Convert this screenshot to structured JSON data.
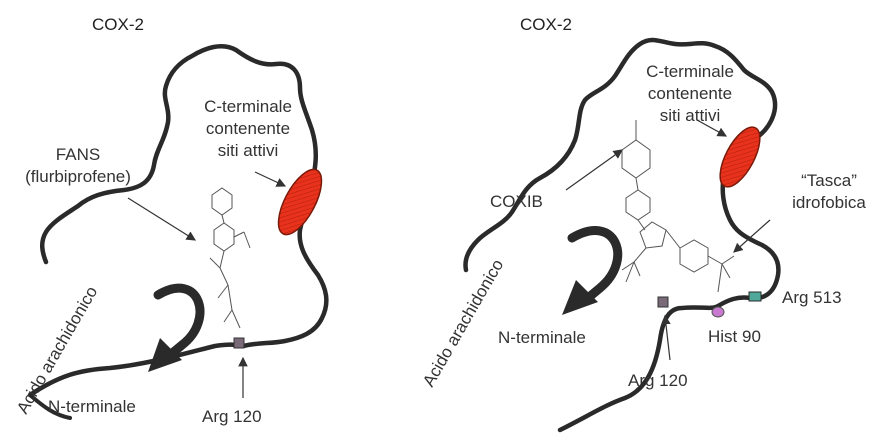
{
  "left": {
    "title": "COX-2",
    "drug_label_1": "FANS",
    "drug_label_2": "(flurbiprofene)",
    "cterm_1": "C-terminale",
    "cterm_2": "contenente",
    "cterm_3": "siti attivi",
    "substrate": "Acido arachidonico",
    "nterm": "N-terminale",
    "residue": "Arg 120"
  },
  "right": {
    "title": "COX-2",
    "drug_label": "COXIB",
    "cterm_1": "C-terminale",
    "cterm_2": "contenente",
    "cterm_3": "siti attivi",
    "pocket_1": "“Tasca”",
    "pocket_2": "idrofobica",
    "substrate": "Acido arachidonico",
    "nterm": "N-terminale",
    "residue_arg120": "Arg 120",
    "residue_hist90": "Hist 90",
    "residue_arg513": "Arg 513"
  },
  "colors": {
    "active_site": "#e8321c",
    "arg120_marker": "#7a6a78",
    "hist90_marker": "#c77ad0",
    "arg513_marker": "#4fa89a",
    "outline": "#2a2a2a"
  }
}
